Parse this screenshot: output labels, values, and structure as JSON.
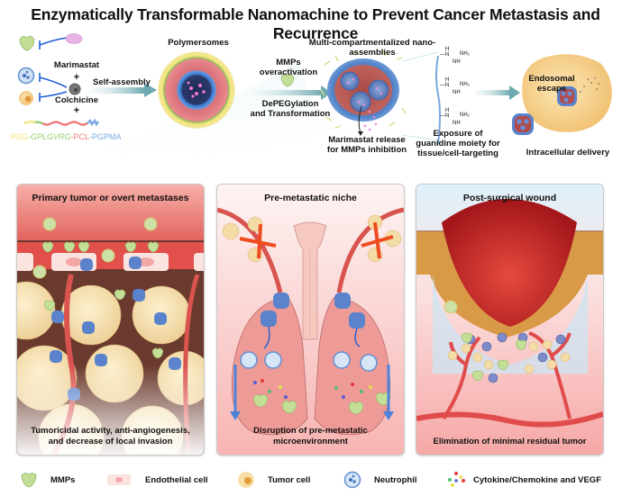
{
  "title": "Enzymatically Transformable Nanomachine to Prevent Cancer Metastasis and Recurrence",
  "top": {
    "marimastat": "Marimastat",
    "plus1": "+",
    "colchicine": "Colchicine",
    "plus2": "+",
    "polymer": {
      "peg": "PEG",
      "dash1": "-",
      "gplgvrg": "GPLGVRG",
      "dash2": "-",
      "pcl": "PCL",
      "dash3": "-",
      "pgpma": "PGPMA",
      "colors": {
        "peg": "#f2e67a",
        "gplgvrg": "#8fd16a",
        "pcl": "#f07a7a",
        "pgpma": "#7aa8e0"
      }
    },
    "self_assembly": "Self-assembly",
    "polymersomes": "Polymersomes",
    "mmps_overactivation": [
      "MMPs",
      "overactivation"
    ],
    "depeg": [
      "DePEGylation",
      "and Transformation"
    ],
    "multi_comp": "Multi-compartmentalized nano-assemblies",
    "marimastat_release": [
      "Marimastat release",
      "for MMPs inhibition"
    ],
    "guanidine": [
      "Exposure of",
      "guanidine moiety for",
      "tissue/cell-targeting"
    ],
    "guanidine_groups": {
      "h": "H",
      "n": "N",
      "nh2": "NH₂",
      "nh": "NH"
    },
    "endosomal": [
      "Endosomal",
      "escape"
    ],
    "intracellular": "Intracellular delivery"
  },
  "panels": [
    {
      "title": "Primary tumor or overt metastases",
      "caption": [
        "Tumoricidal activity, anti-angiogenesis,",
        "and decrease of local invasion"
      ]
    },
    {
      "title": "Pre-metastatic niche",
      "caption": [
        "Disruption of pre-metastatic",
        "microenvironment"
      ]
    },
    {
      "title": "Post-surgical wound",
      "caption": [
        "Elimination of minimal residual tumor"
      ]
    }
  ],
  "legend": [
    {
      "icon": "mmp-icon",
      "label": "MMPs"
    },
    {
      "icon": "endothelial-cell-icon",
      "label": "Endothelial cell"
    },
    {
      "icon": "tumor-cell-icon",
      "label": "Tumor cell"
    },
    {
      "icon": "neutrophil-icon",
      "label": "Neutrophil"
    },
    {
      "icon": "cytokine-icon",
      "label": "Cytokine/Chemokine and VEGF"
    }
  ],
  "colors": {
    "arrow": "#7fb3b8",
    "inhibit": "#1f5fd6",
    "mmp": "#b9dd8c",
    "vessel": "#d9534f"
  }
}
